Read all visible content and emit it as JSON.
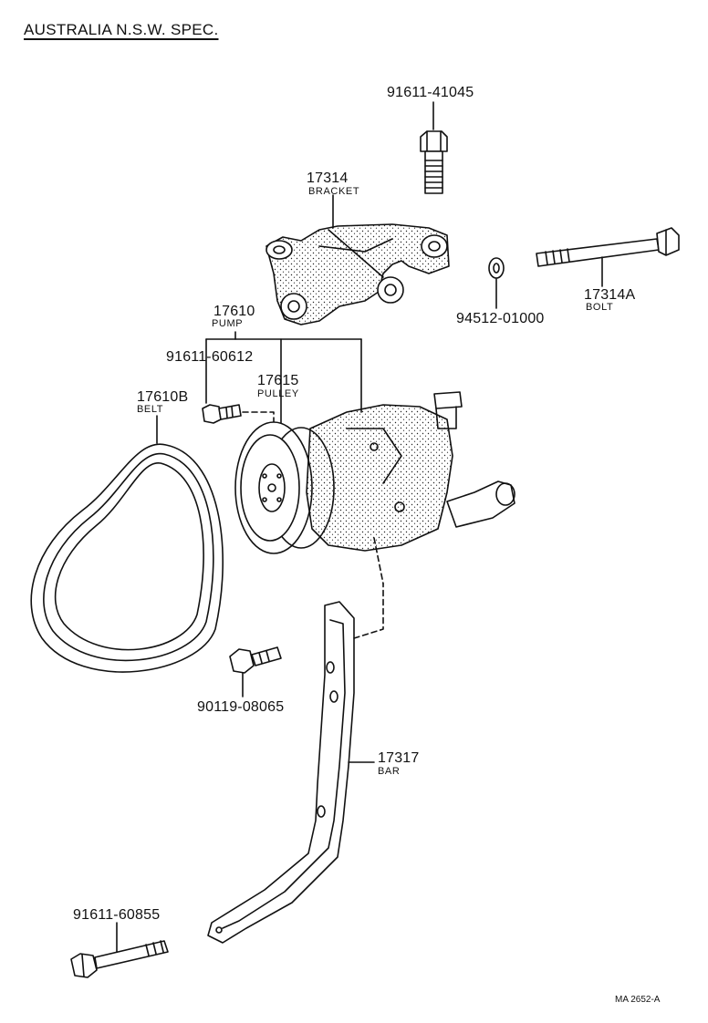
{
  "title": "AUSTRALIA N.S.W. SPEC.",
  "diagram_ref": "MA 2652-A",
  "parts": {
    "bolt_top": {
      "number": "91611-41045",
      "name": ""
    },
    "bracket": {
      "number": "17314",
      "name": "BRACKET"
    },
    "bolt_long": {
      "number": "17314A",
      "name": "BOLT"
    },
    "washer": {
      "number": "94512-01000",
      "name": ""
    },
    "pump": {
      "number": "17610",
      "name": "PUMP"
    },
    "bolt_pump": {
      "number": "91611-60612",
      "name": ""
    },
    "pulley": {
      "number": "17615",
      "name": "PULLEY"
    },
    "belt": {
      "number": "17610B",
      "name": "BELT"
    },
    "bolt_bar": {
      "number": "90119-08065",
      "name": ""
    },
    "bar": {
      "number": "17317",
      "name": "BAR"
    },
    "bolt_bottom": {
      "number": "91611-60855",
      "name": ""
    }
  }
}
